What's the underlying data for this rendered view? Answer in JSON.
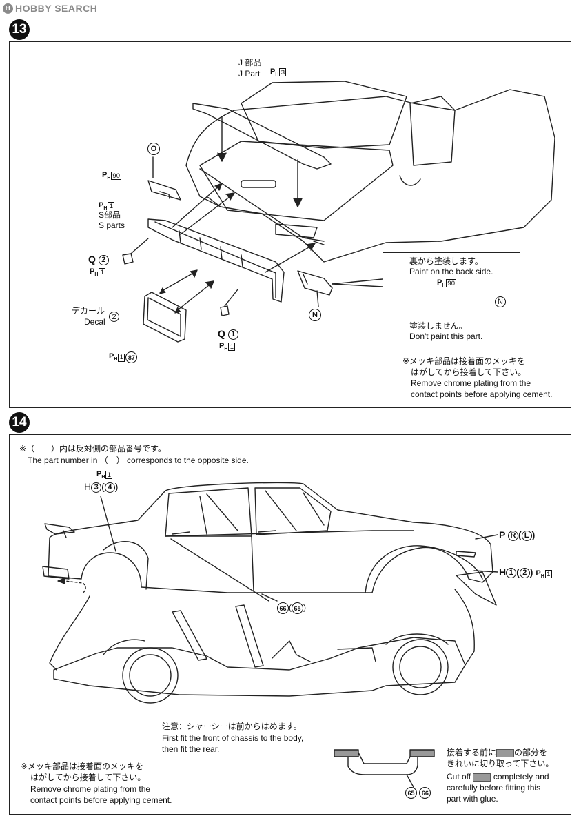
{
  "header": {
    "logo_text": "HOBBY SEARCH"
  },
  "step13": {
    "number": "13",
    "j_part_jp": "J 部品",
    "j_part_en": "J Part",
    "j_ph": "3",
    "part_o": "O",
    "o_ph": "90",
    "s_ph": "1",
    "s_jp": "S部品",
    "s_en": "S parts",
    "q2_label": "Q",
    "q2_num": "2",
    "q2_ph": "1",
    "decal_jp": "デカール",
    "decal_en": "Decal",
    "decal_num": "2",
    "plate_ph": "1",
    "plate_num": "87",
    "q1_label": "Q",
    "q1_num": "1",
    "q1_ph": "1",
    "part_n": "N",
    "callout_jp": "裏から塗装します。",
    "callout_en": "Paint on the back side.",
    "callout_ph": "90",
    "callout_n": "N",
    "callout_no_jp": "塗装しません。",
    "callout_no_en": "Don't paint this part.",
    "chrome_jp1": "※メッキ部品は接着面のメッキを",
    "chrome_jp2": "はがしてから接着して下さい。",
    "chrome_en1": "Remove chrome plating from the",
    "chrome_en2": "contact points before applying cement."
  },
  "step14": {
    "number": "14",
    "note_jp": "※（　　）内は反対側の部品番号です。",
    "note_en": "The part number in （　） corresponds to the opposite side.",
    "h34_ph": "1",
    "h34_label": "H",
    "h34_a": "3",
    "h34_b": "4",
    "prl_label": "P",
    "prl_a": "R",
    "prl_b": "L",
    "h12_label": "H",
    "h12_a": "1",
    "h12_b": "2",
    "h12_ph": "1",
    "parts_6665_a": "66",
    "parts_6665_b": "65",
    "chassis_jp": "注意：シャーシーは前からはめます。",
    "chassis_en1": "First fit the front of chassis to the body,",
    "chassis_en2": "then fit the rear.",
    "chrome_jp1": "※メッキ部品は接着面のメッキを",
    "chrome_jp2": "はがしてから接着して下さい。",
    "chrome_en1": "Remove chrome plating from the",
    "chrome_en2": "contact points before applying cement.",
    "bar_a": "65",
    "bar_b": "66",
    "cut_jp1a": "接着する前に",
    "cut_jp1b": "の部分を",
    "cut_jp2": "きれいに切り取って下さい。",
    "cut_en1a": "Cut off",
    "cut_en1b": "completely and",
    "cut_en2": "carefully before fitting this",
    "cut_en3": "part with glue."
  }
}
